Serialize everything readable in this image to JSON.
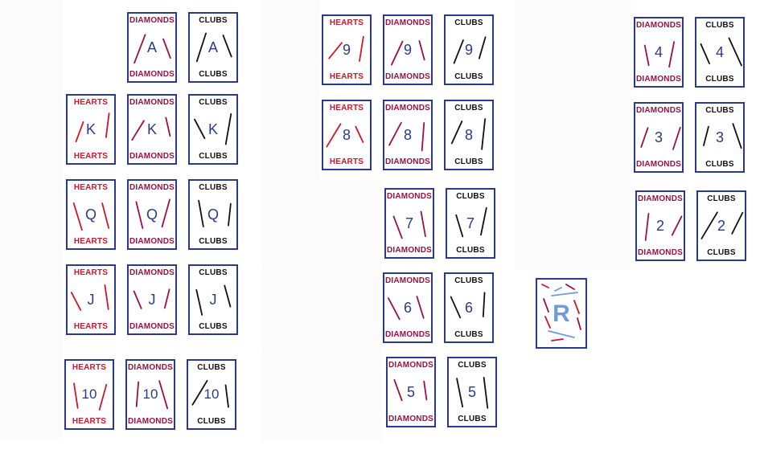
{
  "colors": {
    "card_border": "#2b3a8c",
    "rank": "#2b3a8c",
    "hearts": "#d0162a",
    "diamonds": "#9b1240",
    "clubs": "#111111",
    "reserve_letter": "#6f9bd6"
  },
  "columns": [
    {
      "rows": [
        {
          "rank": "A",
          "cards": [
            {
              "suit": "diamonds",
              "label": "DIAMONDS"
            },
            {
              "suit": "clubs",
              "label": "CLUBS"
            }
          ]
        },
        {
          "rank": "K",
          "cards": [
            {
              "suit": "hearts",
              "label": "HEARTS"
            },
            {
              "suit": "diamonds",
              "label": "DIAMONDS"
            },
            {
              "suit": "clubs",
              "label": "CLUBS"
            }
          ]
        },
        {
          "rank": "Q",
          "cards": [
            {
              "suit": "hearts",
              "label": "HEARTS"
            },
            {
              "suit": "diamonds",
              "label": "DIAMONDS"
            },
            {
              "suit": "clubs",
              "label": "CLUBS"
            }
          ]
        },
        {
          "rank": "J",
          "cards": [
            {
              "suit": "hearts",
              "label": "HEARTS"
            },
            {
              "suit": "diamonds",
              "label": "DIAMONDS"
            },
            {
              "suit": "clubs",
              "label": "CLUBS"
            }
          ]
        },
        {
          "rank": "10",
          "cards": [
            {
              "suit": "hearts",
              "label": "HEARTS"
            },
            {
              "suit": "diamonds",
              "label": "DIAMONDS"
            },
            {
              "suit": "clubs",
              "label": "CLUBS"
            }
          ]
        }
      ]
    },
    {
      "rows": [
        {
          "rank": "9",
          "cards": [
            {
              "suit": "hearts",
              "label": "HEARTS"
            },
            {
              "suit": "diamonds",
              "label": "DIAMONDS"
            },
            {
              "suit": "clubs",
              "label": "CLUBS"
            }
          ]
        },
        {
          "rank": "8",
          "cards": [
            {
              "suit": "hearts",
              "label": "HEARTS"
            },
            {
              "suit": "diamonds",
              "label": "DIAMONDS"
            },
            {
              "suit": "clubs",
              "label": "CLUBS"
            }
          ]
        },
        {
          "rank": "7",
          "cards": [
            {
              "suit": "diamonds",
              "label": "DIAMONDS"
            },
            {
              "suit": "clubs",
              "label": "CLUBS"
            }
          ]
        },
        {
          "rank": "6",
          "cards": [
            {
              "suit": "diamonds",
              "label": "DIAMONDS"
            },
            {
              "suit": "clubs",
              "label": "CLUBS"
            }
          ]
        },
        {
          "rank": "5",
          "cards": [
            {
              "suit": "diamonds",
              "label": "DIAMONDS"
            },
            {
              "suit": "clubs",
              "label": "CLUBS"
            }
          ]
        }
      ]
    },
    {
      "rows": [
        {
          "rank": "4",
          "cards": [
            {
              "suit": "diamonds",
              "label": "DIAMONDS"
            },
            {
              "suit": "clubs",
              "label": "CLUBS"
            }
          ]
        },
        {
          "rank": "3",
          "cards": [
            {
              "suit": "diamonds",
              "label": "DIAMONDS"
            },
            {
              "suit": "clubs",
              "label": "CLUBS"
            }
          ]
        },
        {
          "rank": "2",
          "cards": [
            {
              "suit": "diamonds",
              "label": "DIAMONDS"
            },
            {
              "suit": "clubs",
              "label": "CLUBS"
            }
          ]
        }
      ]
    }
  ],
  "reserve": {
    "label": "R"
  }
}
